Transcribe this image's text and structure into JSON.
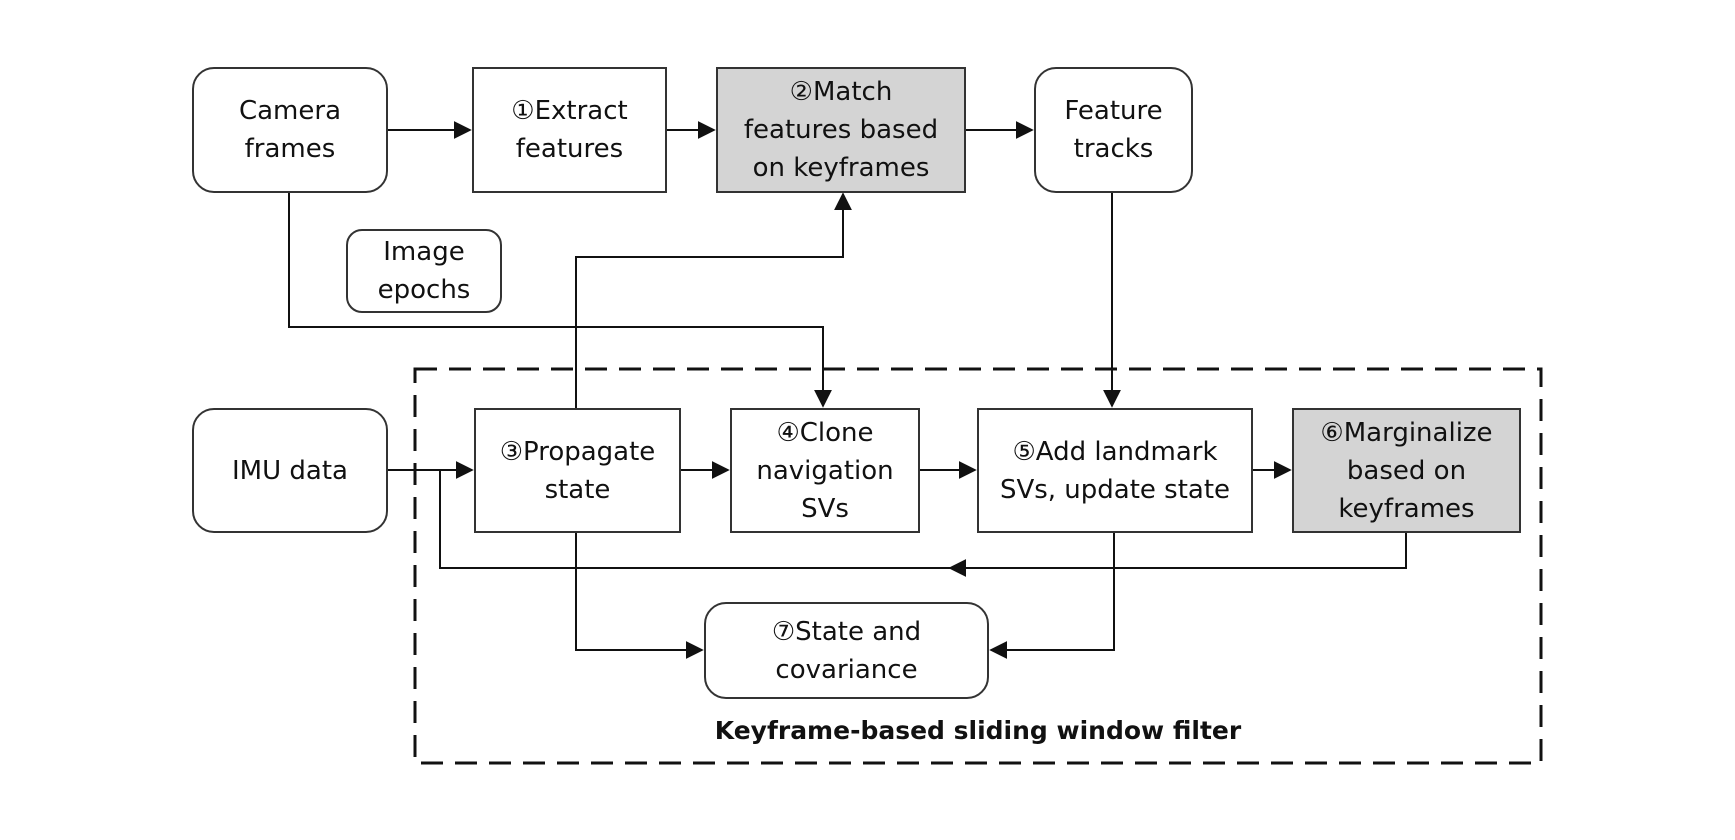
{
  "nodes": {
    "camera_frames": "Camera\nframes",
    "extract_features": "①Extract\nfeatures",
    "match_features": "②Match\nfeatures based\non keyframes",
    "feature_tracks": "Feature\ntracks",
    "image_epochs": "Image\nepochs",
    "imu_data": "IMU data",
    "propagate_state": "③Propagate\nstate",
    "clone_navigation": "④Clone\nnavigation\nSVs",
    "add_landmark": "⑤Add landmark\nSVs, update state",
    "marginalize": "⑥Marginalize\nbased on\nkeyframes",
    "state_covariance": "⑦State and\ncovariance"
  },
  "filter_title": "Keyframe-based sliding window filter",
  "colors": {
    "line": "#111111",
    "shaded_fill": "#d4d4d4"
  }
}
